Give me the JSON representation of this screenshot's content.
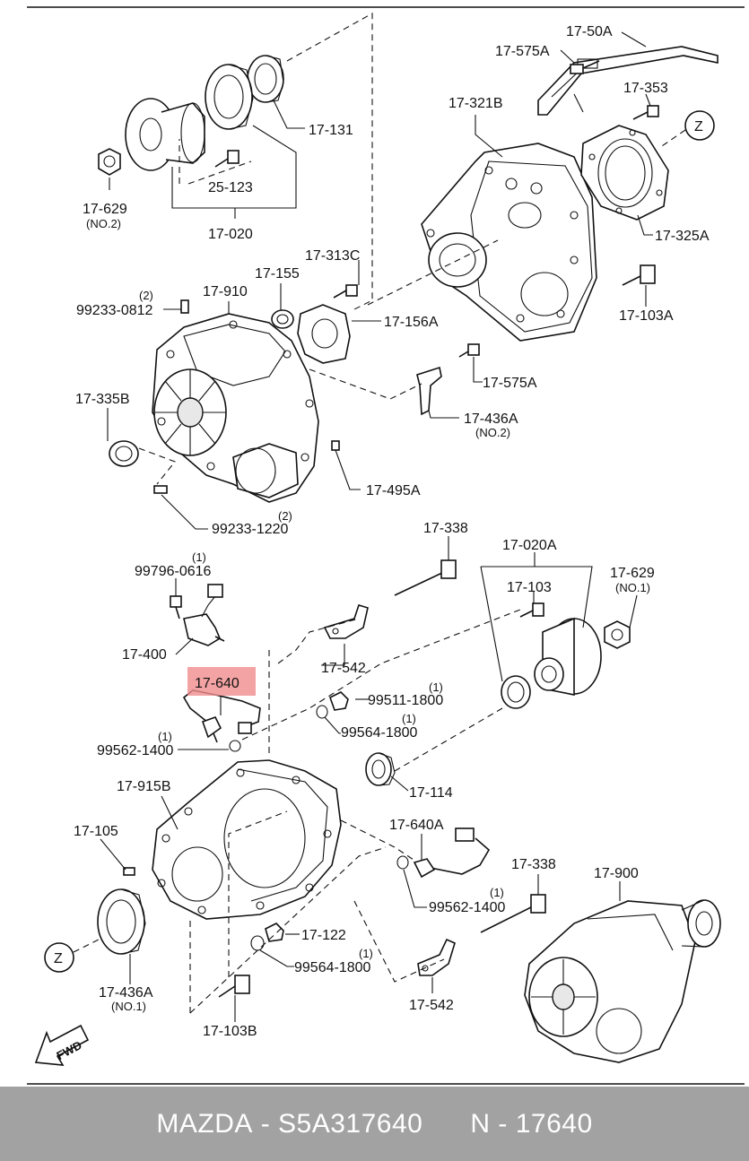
{
  "diagram": {
    "highlighted_part": "17-640",
    "highlight_color": "#f08c8c",
    "labels": [
      {
        "id": "17-50A",
        "text": "17-50A"
      },
      {
        "id": "17-575A-top",
        "text": "17-575A"
      },
      {
        "id": "17-353",
        "text": "17-353"
      },
      {
        "id": "17-321B",
        "text": "17-321B"
      },
      {
        "id": "17-131",
        "text": "17-131"
      },
      {
        "id": "z-top",
        "text": "Z"
      },
      {
        "id": "17-629-no2",
        "text": "17-629"
      },
      {
        "id": "17-629-no2-sub",
        "text": "(NO.2)"
      },
      {
        "id": "25-123",
        "text": "25-123"
      },
      {
        "id": "17-020",
        "text": "17-020"
      },
      {
        "id": "17-325A",
        "text": "17-325A"
      },
      {
        "id": "17-313C",
        "text": "17-313C"
      },
      {
        "id": "17-155",
        "text": "17-155"
      },
      {
        "id": "99233-0812-qty",
        "text": "(2)"
      },
      {
        "id": "99233-0812",
        "text": "99233-0812"
      },
      {
        "id": "17-910",
        "text": "17-910"
      },
      {
        "id": "17-156A",
        "text": "17-156A"
      },
      {
        "id": "17-103A",
        "text": "17-103A"
      },
      {
        "id": "17-575A-mid",
        "text": "17-575A"
      },
      {
        "id": "17-335B",
        "text": "17-335B"
      },
      {
        "id": "17-436A-no2",
        "text": "17-436A"
      },
      {
        "id": "17-436A-no2-sub",
        "text": "(NO.2)"
      },
      {
        "id": "17-495A",
        "text": "17-495A"
      },
      {
        "id": "99233-1220-qty",
        "text": "(2)"
      },
      {
        "id": "99233-1220",
        "text": "99233-1220"
      },
      {
        "id": "17-338-top",
        "text": "17-338"
      },
      {
        "id": "17-020A",
        "text": "17-020A"
      },
      {
        "id": "17-629-no1",
        "text": "17-629"
      },
      {
        "id": "17-629-no1-sub",
        "text": "(NO.1)"
      },
      {
        "id": "99796-0616-qty",
        "text": "(1)"
      },
      {
        "id": "99796-0616",
        "text": "99796-0616"
      },
      {
        "id": "17-103",
        "text": "17-103"
      },
      {
        "id": "17-400",
        "text": "17-400"
      },
      {
        "id": "17-542-top",
        "text": "17-542"
      },
      {
        "id": "17-640",
        "text": "17-640"
      },
      {
        "id": "99511-1800-qty",
        "text": "(1)"
      },
      {
        "id": "99511-1800",
        "text": "99511-1800"
      },
      {
        "id": "99564-1800-top-qty",
        "text": "(1)"
      },
      {
        "id": "99564-1800-top",
        "text": "99564-1800"
      },
      {
        "id": "99562-1400-left-qty",
        "text": "(1)"
      },
      {
        "id": "99562-1400-left",
        "text": "99562-1400"
      },
      {
        "id": "17-114",
        "text": "17-114"
      },
      {
        "id": "17-915B",
        "text": "17-915B"
      },
      {
        "id": "17-640A",
        "text": "17-640A"
      },
      {
        "id": "17-105",
        "text": "17-105"
      },
      {
        "id": "17-338-bottom",
        "text": "17-338"
      },
      {
        "id": "17-900",
        "text": "17-900"
      },
      {
        "id": "99562-1400-right-qty",
        "text": "(1)"
      },
      {
        "id": "99562-1400-right",
        "text": "99562-1400"
      },
      {
        "id": "17-122",
        "text": "17-122"
      },
      {
        "id": "99564-1800-bottom-qty",
        "text": "(1)"
      },
      {
        "id": "99564-1800-bottom",
        "text": "99564-1800"
      },
      {
        "id": "z-bottom",
        "text": "Z"
      },
      {
        "id": "17-436A-no1",
        "text": "17-436A"
      },
      {
        "id": "17-436A-no1-sub",
        "text": "(NO.1)"
      },
      {
        "id": "17-542-bottom",
        "text": "17-542"
      },
      {
        "id": "17-103B",
        "text": "17-103B"
      },
      {
        "id": "fwd",
        "text": "FWD"
      }
    ]
  },
  "footer": {
    "brand": "MAZDA",
    "part_number": "S5A317640",
    "n_code": "N - 17640",
    "background": "#a2a2a2",
    "text_color": "#ffffff"
  }
}
